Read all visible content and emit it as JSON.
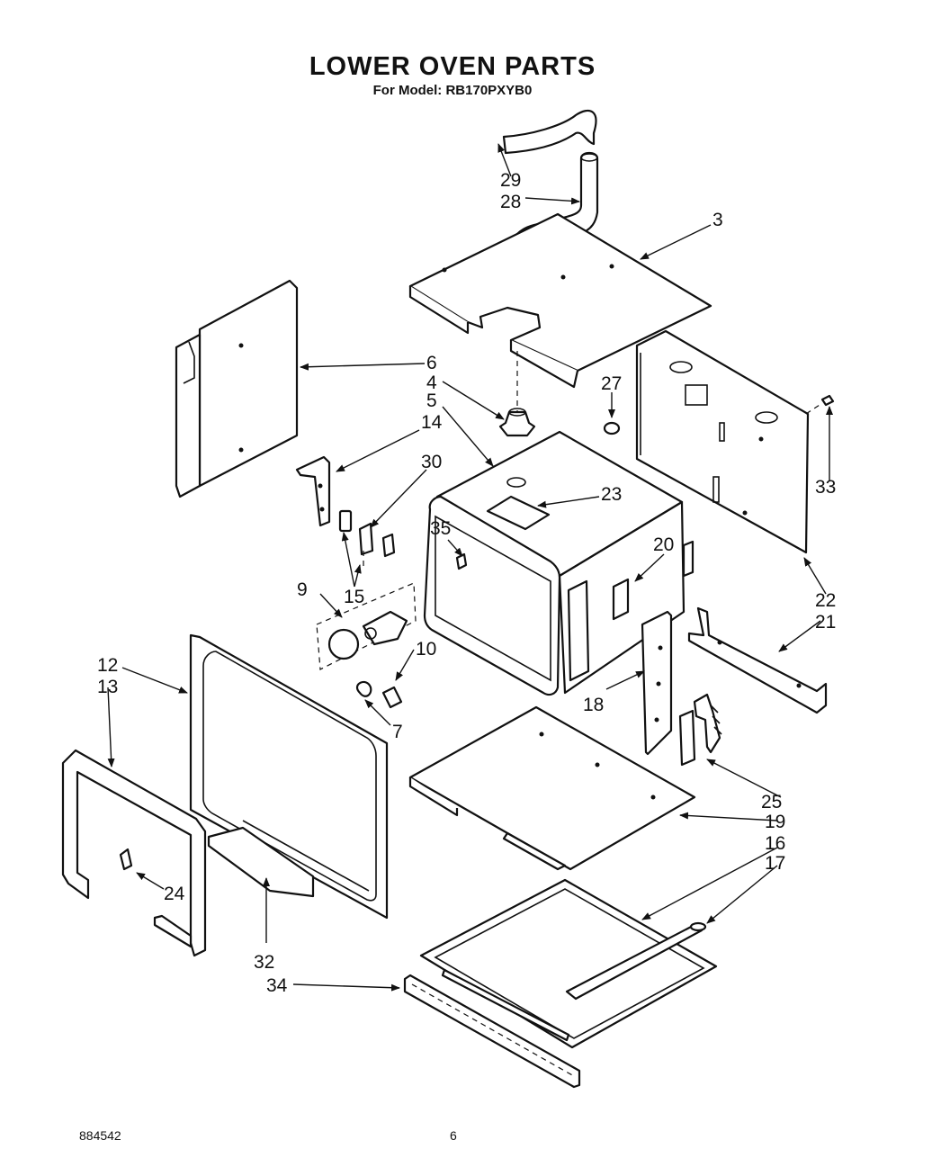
{
  "header": {
    "title": "LOWER OVEN PARTS",
    "model_line": "For Model: RB170PXYB0"
  },
  "footer": {
    "doc_number": "884542",
    "page_number": "6"
  },
  "callouts": [
    "29",
    "28",
    "3",
    "6",
    "4",
    "5",
    "27",
    "14",
    "30",
    "23",
    "33",
    "35",
    "20",
    "22",
    "21",
    "9",
    "15",
    "10",
    "12",
    "13",
    "18",
    "7",
    "25",
    "19",
    "16",
    "17",
    "24",
    "32",
    "34"
  ]
}
